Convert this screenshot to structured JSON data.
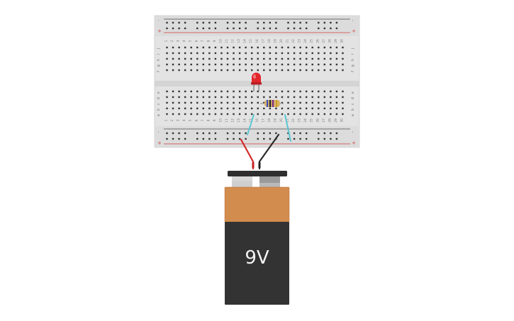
{
  "circuit": {
    "breadboard": {
      "columns": 30,
      "top_rows": [
        "j",
        "i",
        "h",
        "g",
        "f"
      ],
      "bottom_rows": [
        "e",
        "d",
        "c",
        "b",
        "a"
      ],
      "rail_minus": "-",
      "rail_plus": "+"
    },
    "battery": {
      "label": "9V",
      "cap_color": "#d28c4e",
      "body_color": "#333333"
    },
    "led": {
      "color": "#e3262c"
    },
    "resistor": {
      "body_color": "#d9b36b"
    },
    "wires": {
      "positive_color": "#d42a2a",
      "negative_color": "#2b2b2b",
      "jumper_color": "#5bc6d2"
    }
  }
}
